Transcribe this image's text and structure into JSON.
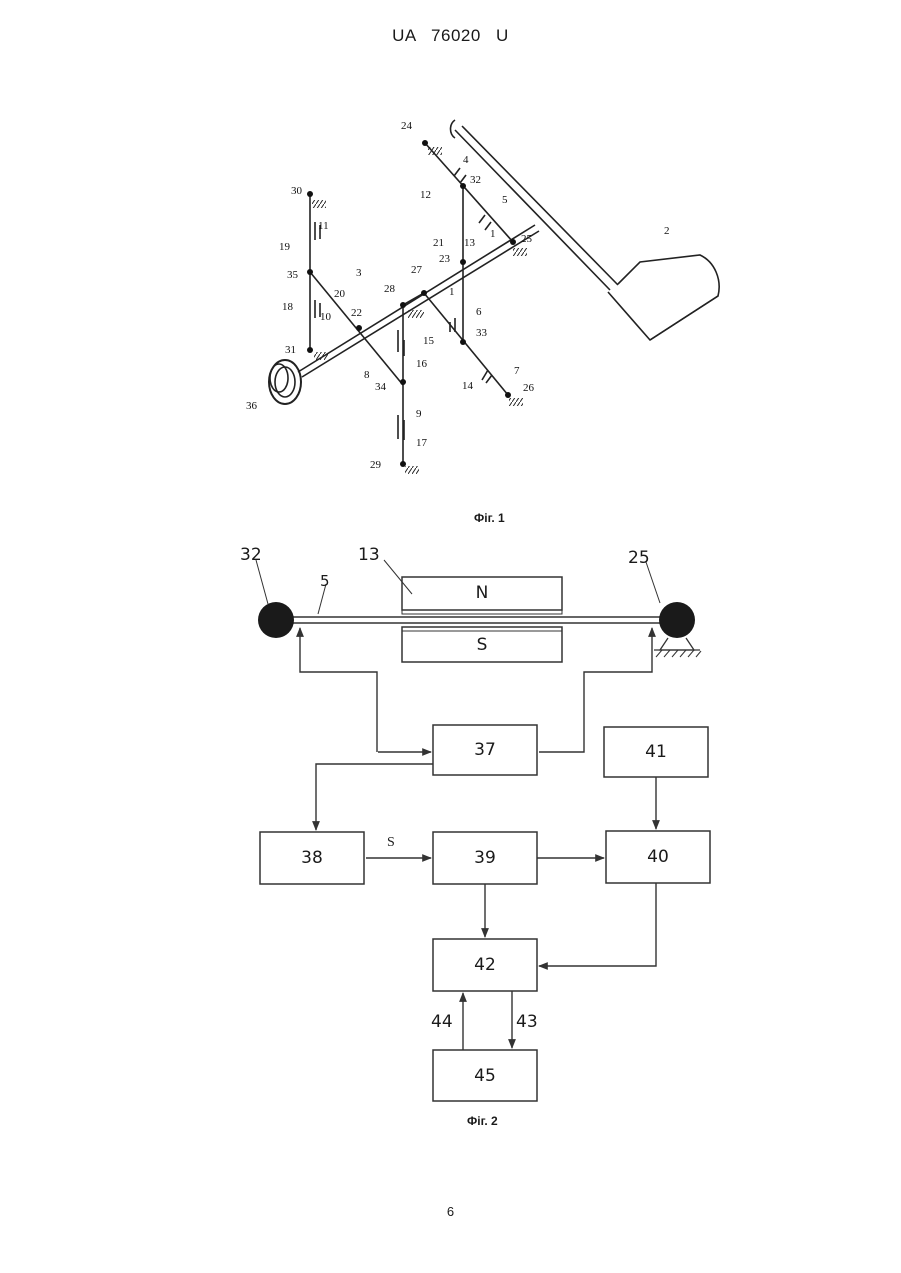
{
  "header": "UA 76020 U",
  "figure1": {
    "caption": "Фіг. 1",
    "labels": [
      "24",
      "4",
      "12",
      "32",
      "5",
      "1",
      "21",
      "13",
      "23",
      "25",
      "2",
      "30",
      "11",
      "19",
      "35",
      "3",
      "20",
      "27",
      "28",
      "1",
      "6",
      "18",
      "10",
      "22",
      "15",
      "33",
      "31",
      "8",
      "16",
      "7",
      "14",
      "26",
      "36",
      "34",
      "9",
      "17",
      "29"
    ]
  },
  "figure2": {
    "caption": "Фіг. 2",
    "magnet_north": "N",
    "magnet_south": "S",
    "callouts": {
      "c32": "32",
      "c5": "5",
      "c13": "13",
      "c25": "25"
    },
    "blocks": {
      "b37": "37",
      "b38": "38",
      "b39": "39",
      "b40": "40",
      "b41": "41",
      "b42": "42",
      "b45": "45"
    },
    "signal_s": "S",
    "arrow_44": "44",
    "arrow_43": "43"
  },
  "page_number": "6"
}
